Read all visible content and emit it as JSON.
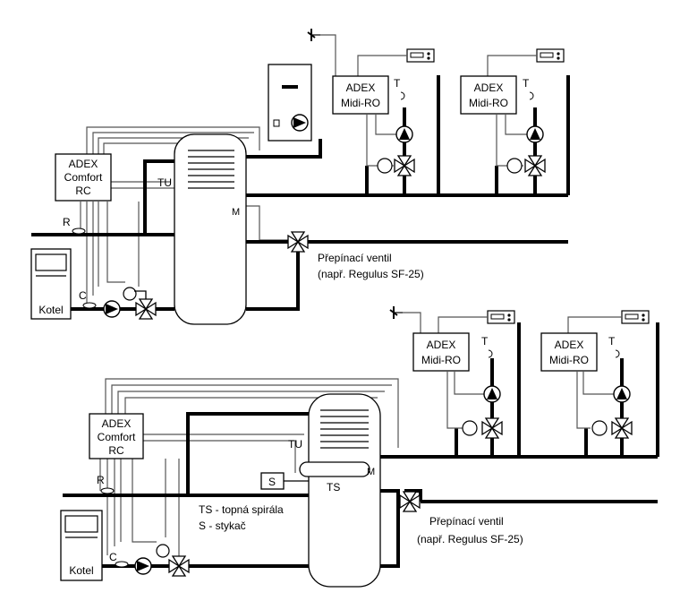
{
  "colors": {
    "line": "#000000",
    "background": "#ffffff",
    "wiring": "#555555"
  },
  "top": {
    "controller": {
      "line1": "ADEX",
      "line2": "Comfort",
      "line3": "RC"
    },
    "boiler_label": "Kotel",
    "sensor_r": "R",
    "sensor_c": "C",
    "sensor_tu": "TU",
    "sensor_m": "M",
    "zone1": {
      "line1": "ADEX",
      "line2": "Midi-RO",
      "sensor_t": "T"
    },
    "zone2": {
      "line1": "ADEX",
      "line2": "Midi-RO",
      "sensor_t": "T"
    },
    "valve_label_1": "Přepínací ventil",
    "valve_label_2": "(např. Regulus SF-25)"
  },
  "bottom": {
    "controller": {
      "line1": "ADEX",
      "line2": "Comfort",
      "line3": "RC"
    },
    "boiler_label": "Kotel",
    "sensor_r": "R",
    "sensor_c": "C",
    "sensor_tu": "TU",
    "sensor_m": "M",
    "contactor": "S",
    "heating_coil": "TS",
    "legend_ts": "TS - topná spirála",
    "legend_s": "S   - stykač",
    "zone1": {
      "line1": "ADEX",
      "line2": "Midi-RO",
      "sensor_t": "T"
    },
    "zone2": {
      "line1": "ADEX",
      "line2": "Midi-RO",
      "sensor_t": "T"
    },
    "valve_label_1": "Přepínací ventil",
    "valve_label_2": "(např. Regulus SF-25)"
  },
  "icons": [
    "pump-icon",
    "mixing-valve-icon",
    "switching-valve-icon",
    "room-thermostat-icon",
    "outdoor-sensor-icon",
    "gas-heater-icon"
  ]
}
